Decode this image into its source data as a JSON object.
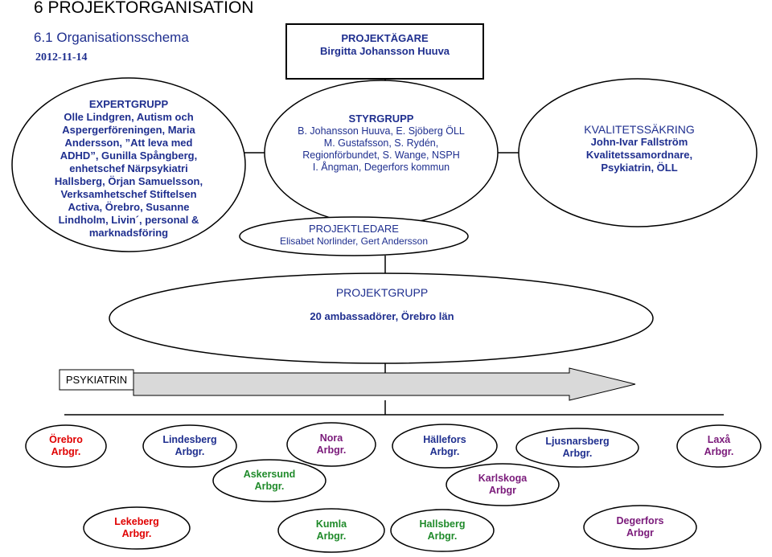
{
  "header": {
    "title": "6 PROJEKTORGANISATION",
    "subtitle": "6.1 Organisationsschema",
    "date": "2012-11-14"
  },
  "owner": {
    "heading": "PROJEKTÄGARE",
    "name": "Birgitta Johansson Huuva"
  },
  "expert": {
    "heading": "EXPERTGRUPP",
    "lines": [
      "Olle Lindgren, Autism och",
      "Aspergerföreningen, Maria",
      "Andersson, ”Att leva med",
      "ADHD”, Gunilla Spångberg,",
      "enhetschef Närpsykiatri",
      "Hallsberg, Örjan Samuelsson,",
      "Verksamhetschef Stiftelsen",
      "Activa, Örebro, Susanne",
      "Lindholm, Livin´, personal &",
      "marknadsföring"
    ]
  },
  "styr": {
    "heading": "STYRGRUPP",
    "lines": [
      "B. Johansson Huuva, E. Sjöberg ÖLL",
      "M. Gustafsson, S. Rydén,",
      "Regionförbundet, S. Wange, NSPH",
      "I. Ångman, Degerfors kommun"
    ]
  },
  "quality": {
    "heading": "KVALITETSSÄKRING",
    "lines": [
      "John-Ivar Fallström",
      "Kvalitetssamordnare,",
      "Psykiatrin, ÖLL"
    ]
  },
  "leader": {
    "heading": "PROJEKTLEDARE",
    "name": "Elisabet Norlinder, Gert Andersson"
  },
  "group": {
    "heading": "PROJEKTGRUPP",
    "text": "20 ambassadörer, Örebro län"
  },
  "psyk": {
    "label": "PSYKIATRIN"
  },
  "colors": {
    "red": "#e00000",
    "blue": "#1f2f8f",
    "green": "#1f8a2a",
    "purple": "#7a1a7a",
    "gray": "#d9d9d9"
  },
  "units": [
    {
      "name": "Örebro",
      "suffix": "Arbgr.",
      "color": "red"
    },
    {
      "name": "Lindesberg",
      "suffix": "Arbgr.",
      "color": "blue"
    },
    {
      "name": "Nora",
      "suffix": "Arbgr.",
      "color": "purple"
    },
    {
      "name": "Hällefors",
      "suffix": "Arbgr.",
      "color": "blue"
    },
    {
      "name": "Ljusnarsberg",
      "suffix": "Arbgr.",
      "color": "blue"
    },
    {
      "name": "Laxå",
      "suffix": "Arbgr.",
      "color": "purple"
    },
    {
      "name": "Askersund",
      "suffix": "Arbgr.",
      "color": "green"
    },
    {
      "name": "Karlskoga",
      "suffix": "Arbgr",
      "color": "purple"
    },
    {
      "name": "Lekeberg",
      "suffix": "Arbgr.",
      "color": "red"
    },
    {
      "name": "Kumla",
      "suffix": "Arbgr.",
      "color": "green"
    },
    {
      "name": "Hallsberg",
      "suffix": "Arbgr.",
      "color": "green"
    },
    {
      "name": "Degerfors",
      "suffix": "Arbgr",
      "color": "purple"
    }
  ]
}
